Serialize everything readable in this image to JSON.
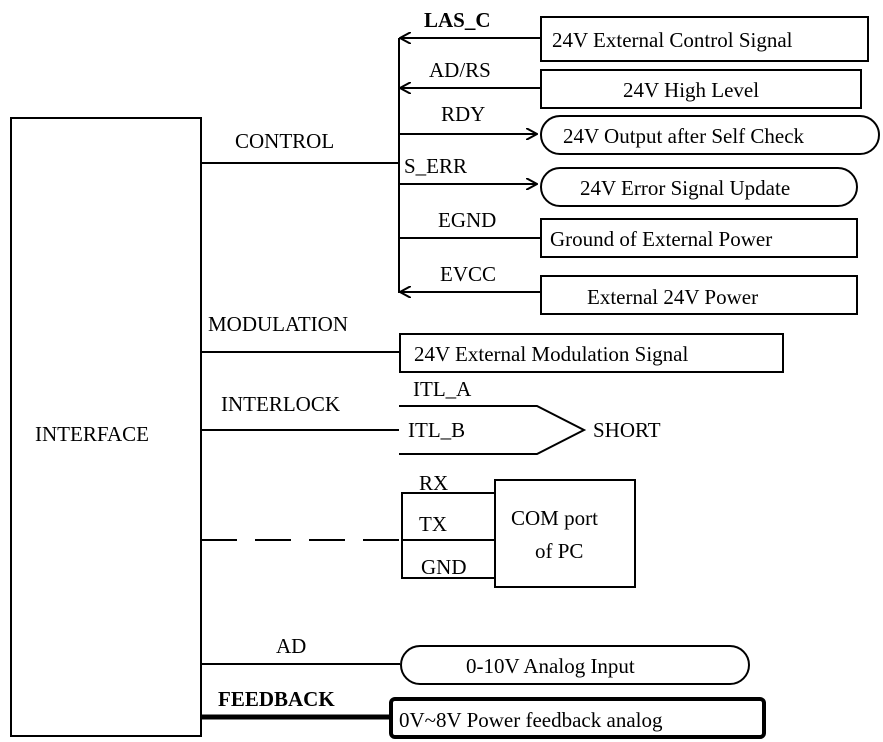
{
  "interface": {
    "label": "INTERFACE"
  },
  "groups": {
    "control": "CONTROL",
    "modulation": "MODULATION",
    "interlock": "INTERLOCK",
    "ad": "AD",
    "feedback": "FEEDBACK"
  },
  "control_signals": [
    {
      "name": "LAS_C",
      "target": "24V External Control Signal",
      "direction": "in"
    },
    {
      "name": "AD/RS",
      "target": "24V High Level",
      "direction": "in"
    },
    {
      "name": "RDY",
      "target": "24V Output after Self Check",
      "direction": "out"
    },
    {
      "name": "S_ERR",
      "target": "24V Error Signal Update",
      "direction": "out"
    },
    {
      "name": "EGND",
      "target": "Ground of External Power",
      "direction": "none"
    },
    {
      "name": "EVCC",
      "target": "External 24V Power",
      "direction": "in"
    }
  ],
  "modulation_target": "24V External Modulation Signal",
  "interlock": {
    "pin_a": "ITL_A",
    "pin_b": "ITL_B",
    "short_label": "SHORT"
  },
  "com": {
    "rx": "RX",
    "tx": "TX",
    "gnd": "GND",
    "line1": "COM port",
    "line2": "of PC"
  },
  "ad_target": "0-10V Analog Input",
  "feedback_target": "0V~8V Power feedback analog"
}
